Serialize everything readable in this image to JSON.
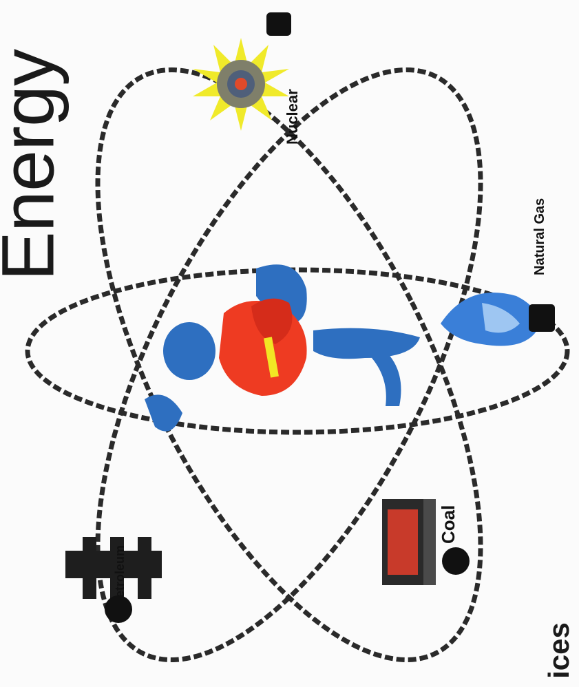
{
  "title": "Energy",
  "corner_text": "ices",
  "labels": {
    "nuclear": "Nuclear",
    "natural_gas": "Natural Gas",
    "coal": "Coal",
    "petroleum": "Petroleum"
  },
  "colors": {
    "orbit": "#2a2a2a",
    "nucleus_red": "#ee3b22",
    "nucleus_blue": "#2e6fc0",
    "nucleus_yellow": "#f2e624",
    "flame_blue": "#3a7fd8",
    "sun_yellow": "#f0ea2a",
    "electron": "#111111"
  },
  "icons": [
    "nuclear-icon",
    "gas-flame-icon",
    "coal-icon",
    "oil-derrick-icon"
  ]
}
